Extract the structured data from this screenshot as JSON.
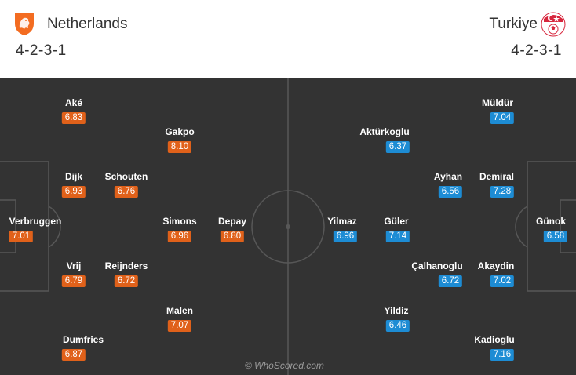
{
  "colors": {
    "home_rating": "#e0611a",
    "away_rating": "#1d8cd4",
    "pitch": "#333333"
  },
  "home": {
    "name": "Netherlands",
    "formation": "4-2-3-1",
    "crest_icon": "lion-crest-icon",
    "players": [
      {
        "name": "Aké",
        "rating": "6.83"
      },
      {
        "name": "Gakpo",
        "rating": "8.10"
      },
      {
        "name": "Dijk",
        "rating": "6.93"
      },
      {
        "name": "Schouten",
        "rating": "6.76"
      },
      {
        "name": "Verbruggen",
        "rating": "7.01"
      },
      {
        "name": "Simons",
        "rating": "6.96"
      },
      {
        "name": "Depay",
        "rating": "6.80"
      },
      {
        "name": "Vrij",
        "rating": "6.79"
      },
      {
        "name": "Reijnders",
        "rating": "6.72"
      },
      {
        "name": "Malen",
        "rating": "7.07"
      },
      {
        "name": "Dumfries",
        "rating": "6.87"
      }
    ]
  },
  "away": {
    "name": "Turkiye",
    "formation": "4-2-3-1",
    "crest_icon": "crescent-star-crest-icon",
    "players": [
      {
        "name": "Müldür",
        "rating": "7.04"
      },
      {
        "name": "Aktürkoglu",
        "rating": "6.37"
      },
      {
        "name": "Ayhan",
        "rating": "6.56"
      },
      {
        "name": "Demiral",
        "rating": "7.28"
      },
      {
        "name": "Yilmaz",
        "rating": "6.96"
      },
      {
        "name": "Güler",
        "rating": "7.14"
      },
      {
        "name": "Günok",
        "rating": "6.58"
      },
      {
        "name": "Çalhanoglu",
        "rating": "6.72"
      },
      {
        "name": "Akaydin",
        "rating": "7.02"
      },
      {
        "name": "Yildiz",
        "rating": "6.46"
      },
      {
        "name": "Kadioglu",
        "rating": "7.16"
      }
    ]
  },
  "watermark": "© WhoScored.com"
}
